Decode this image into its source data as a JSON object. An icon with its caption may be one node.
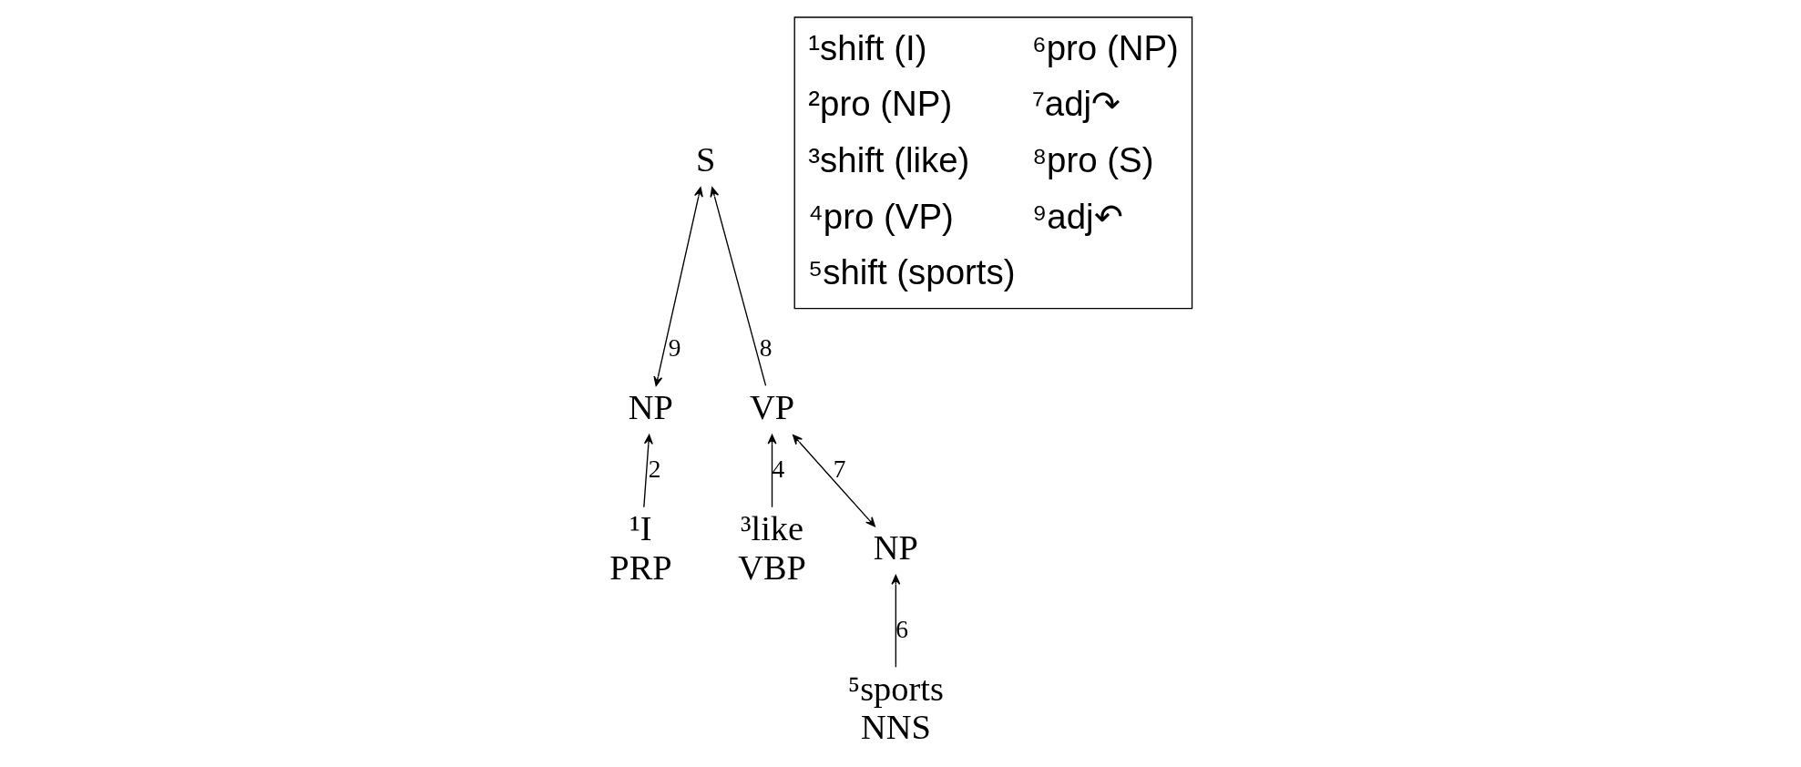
{
  "diagram": {
    "nodes": [
      {
        "text": [
          "S"
        ]
      },
      {
        "text": [
          "NP"
        ]
      },
      {
        "text": [
          "VP"
        ]
      },
      {
        "text": [
          "¹I",
          "PRP"
        ]
      },
      {
        "text": [
          "³like",
          "VBP"
        ]
      },
      {
        "text": [
          "NP"
        ]
      },
      {
        "text": [
          "⁵sports",
          "NNS"
        ]
      }
    ],
    "edges": [
      {
        "from": 3,
        "to": 1,
        "arrow": "to",
        "label": "2"
      },
      {
        "from": 4,
        "to": 2,
        "arrow": "to",
        "label": "4"
      },
      {
        "from": 6,
        "to": 5,
        "arrow": "to",
        "label": "6"
      },
      {
        "from": 5,
        "to": 2,
        "arrow": "both",
        "label": "7"
      },
      {
        "from": 2,
        "to": 0,
        "arrow": "to",
        "label": "8"
      },
      {
        "from": 1,
        "to": 0,
        "arrow": "both",
        "label": "9"
      }
    ],
    "labels": [
      "¹shift (I)",
      "⁶pro (NP)",
      "²pro (NP)",
      "⁷adj↷",
      "³shift (like)",
      "⁸pro (S)",
      "⁴pro (VP)",
      "⁹adj↶",
      "⁵shift (sports)"
    ]
  }
}
